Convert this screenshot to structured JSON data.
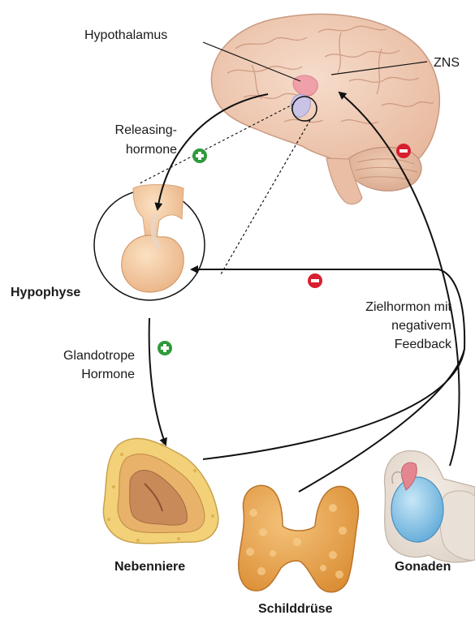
{
  "labels": {
    "hypothalamus": "Hypothalamus",
    "zns": "ZNS",
    "releasing_1": "Releasing-",
    "releasing_2": "hormone",
    "hypophyse": "Hypophyse",
    "glandotrope_1": "Glandotrope",
    "glandotrope_2": "Hormone",
    "zielhormon_1": "Zielhormon mit",
    "zielhormon_2": "negativem",
    "zielhormon_3": "Feedback",
    "nebenniere": "Nebenniere",
    "schilddruese": "Schilddrüse",
    "gonaden": "Gonaden"
  },
  "colors": {
    "positive": "#2e9a3a",
    "negative": "#d71f2f",
    "brain": "#f1cdb6",
    "pituitary": "#f3c898",
    "thyroid": "#e6a64e",
    "adrenal": "#f2d178",
    "gonad_blue": "#86c4e6"
  },
  "icons": {
    "plus": "plus-circle-icon",
    "minus": "minus-circle-icon"
  }
}
